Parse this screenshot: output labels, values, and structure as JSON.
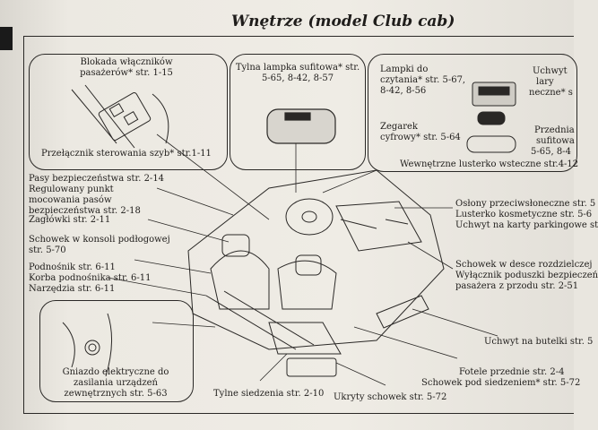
{
  "page_title": "Wnętrze (model Club cab)",
  "callouts": {
    "blokada": "Blokada włączników pasażerów* str. 1-15",
    "przelacznik": "Przełącznik sterowania szyb* str.1-11",
    "tylna_lampka": "Tylna lampka sufitowa* str. 5-65, 8-42, 8-57",
    "lampki": "Lampki do czytania* str. 5-67, 8-42, 8-56",
    "zegarek": "Zegarek cyfrowy* str. 5-64",
    "lusterko_wew": "Wewnętrzne lusterko wsteczne str.4-12",
    "uchwyt_right_top": "Uchwyt",
    "lary_right": "lary",
    "neczne_right": "neczne* s",
    "przednie_right": "Przednia",
    "sufitowe_right": "sufitowa",
    "pages_right": "5-65, 8-4",
    "gniazdo": "Gniazdo elektryczne do zasilania urządzeń zewnętrznych str. 5-63"
  },
  "labels_left": {
    "pasy": "Pasy bezpieczeństwa str. 2-14",
    "regulowany": "Regulowany punkt mocowania pasów bezpieczeństwa str. 2-18",
    "zaglowki": "Zagłówki str. 2-11",
    "schowek_konsola": "Schowek w konsoli podłogowej str. 5-70",
    "podnosnik": "Podnośnik str. 6-11",
    "korba": "Korba podnośnika str. 6-11",
    "narzedzia": "Narzędzia str. 6-11"
  },
  "labels_right": {
    "oslony": "Osłony przeciwsłoneczne str. 5",
    "lusterko_kosm": "Lusterko kosmetyczne str. 5-6",
    "uchwyt_karty": "Uchwyt na karty parkingowe st",
    "schowek_desce": "Schowek w desce rozdzielczej",
    "wylacznik": "Wyłącznik poduszki bezpieczeń",
    "pasazera": "pasażera z przodu str. 2-51",
    "uchwyt_butelki": "Uchwyt na butelki str. 5",
    "fotele": "Fotele przednie str. 2-4",
    "schowek_pod": "Schowek pod siedzeniem* str. 5-72"
  },
  "labels_bottom": {
    "tylne": "Tylne siedzenia str. 2-10",
    "ukryty": "Ukryty schowek str. 5-72"
  }
}
